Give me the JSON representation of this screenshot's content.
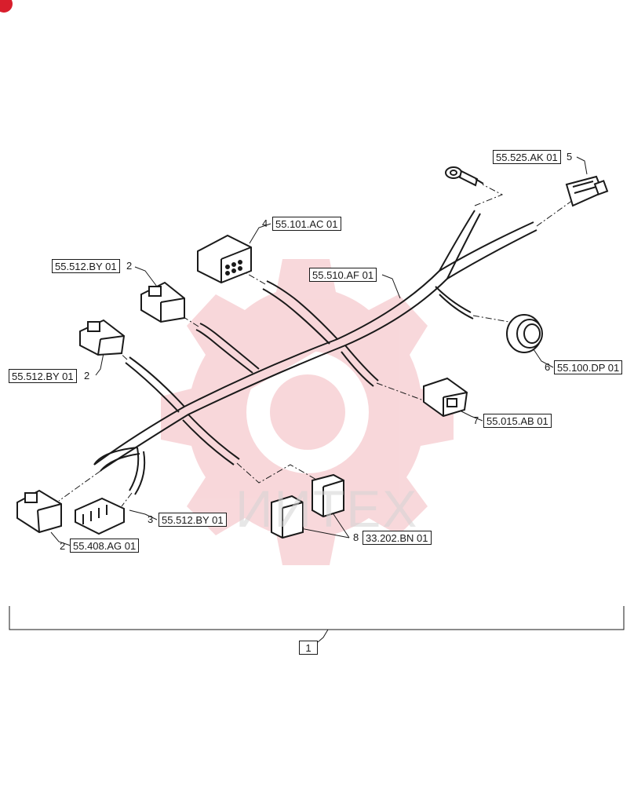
{
  "diagram": {
    "callouts": {
      "c_55_525_AK": "55.525.AK 01",
      "c_55_101_AC": "55.101.AC 01",
      "c_55_512_BY_a": "55.512.BY 01",
      "c_55_510_AF": "55.510.AF 01",
      "c_55_512_BY_b": "55.512.BY 01",
      "c_55_100_DP": "55.100.DP 01",
      "c_55_015_AB": "55.015.AB 01",
      "c_55_512_BY_c": "55.512.BY 01",
      "c_55_408_AG": "55.408.AG 01",
      "c_33_202_BN": "33.202.BN 01",
      "c_assembly": "1"
    },
    "item_numbers": {
      "n5": "5",
      "n4": "4",
      "n2a": "2",
      "n2b": "2",
      "n6": "6",
      "n7": "7",
      "n3": "3",
      "n2c": "2",
      "n8": "8"
    },
    "watermark_text": "ИИТЕХ",
    "colors": {
      "line": "#1a1a1a",
      "watermark_gear": "#f3b8bd",
      "badge": "#d81e2c"
    }
  }
}
